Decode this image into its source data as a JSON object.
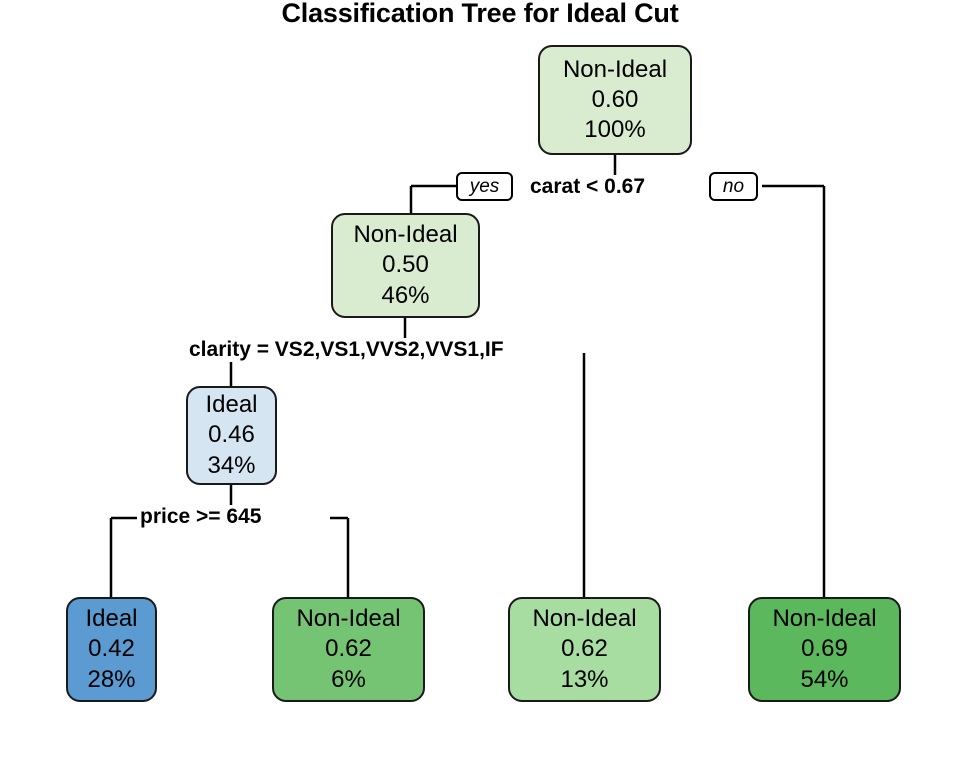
{
  "chart_data": {
    "type": "diagram_tree",
    "title": "Classification Tree for Ideal Cut",
    "nodes": [
      {
        "id": "root",
        "label": "Non-Ideal",
        "prob": "0.60",
        "pct": "100%",
        "fill": "#d9ecd0",
        "kind": "internal"
      },
      {
        "id": "n2",
        "label": "Non-Ideal",
        "prob": "0.50",
        "pct": "46%",
        "fill": "#d9ecd0",
        "kind": "internal"
      },
      {
        "id": "n4",
        "label": "Ideal",
        "prob": "0.46",
        "pct": "34%",
        "fill": "#d5e5f2",
        "kind": "internal"
      },
      {
        "id": "leaf1",
        "label": "Ideal",
        "prob": "0.42",
        "pct": "28%",
        "fill": "#5b9bd1",
        "kind": "leaf"
      },
      {
        "id": "leaf2",
        "label": "Non-Ideal",
        "prob": "0.62",
        "pct": "6%",
        "fill": "#74c473",
        "kind": "leaf"
      },
      {
        "id": "leaf3",
        "label": "Non-Ideal",
        "prob": "0.62",
        "pct": "13%",
        "fill": "#a8dda2",
        "kind": "leaf"
      },
      {
        "id": "leaf4",
        "label": "Non-Ideal",
        "prob": "0.69",
        "pct": "54%",
        "fill": "#5cb85c",
        "kind": "leaf"
      }
    ],
    "splits": [
      {
        "id": "split1",
        "text": "carat < 0.67",
        "yes_label": "yes",
        "no_label": "no"
      },
      {
        "id": "split2",
        "text": "clarity = VS2,VS1,VVS2,VVS1,IF"
      },
      {
        "id": "split3",
        "text": "price >= 645"
      }
    ],
    "colors": {
      "ideal_dark": "#5b9bd1",
      "ideal_light": "#d5e5f2",
      "nonideal_dark": "#5cb85c",
      "nonideal_mid": "#74c473",
      "nonideal_pale": "#a8dda2",
      "nonideal_lightest": "#d9ecd0",
      "outline": "#1a1a1a",
      "background": "#ffffff"
    }
  },
  "title": "Classification Tree for Ideal Cut",
  "tree": {
    "root": {
      "label": "Non-Ideal",
      "prob": "0.60",
      "pct": "100%"
    },
    "n2": {
      "label": "Non-Ideal",
      "prob": "0.50",
      "pct": "46%"
    },
    "n4": {
      "label": "Ideal",
      "prob": "0.46",
      "pct": "34%"
    },
    "leaf1": {
      "label": "Ideal",
      "prob": "0.42",
      "pct": "28%"
    },
    "leaf2": {
      "label": "Non-Ideal",
      "prob": "0.62",
      "pct": "6%"
    },
    "leaf3": {
      "label": "Non-Ideal",
      "prob": "0.62",
      "pct": "13%"
    },
    "leaf4": {
      "label": "Non-Ideal",
      "prob": "0.69",
      "pct": "54%"
    }
  },
  "splits": {
    "carat": {
      "text": "carat < 0.67",
      "yes": "yes",
      "no": "no"
    },
    "clarity": {
      "text": "clarity = VS2,VS1,VVS2,VVS1,IF"
    },
    "price": {
      "text": "price >= 645"
    }
  }
}
